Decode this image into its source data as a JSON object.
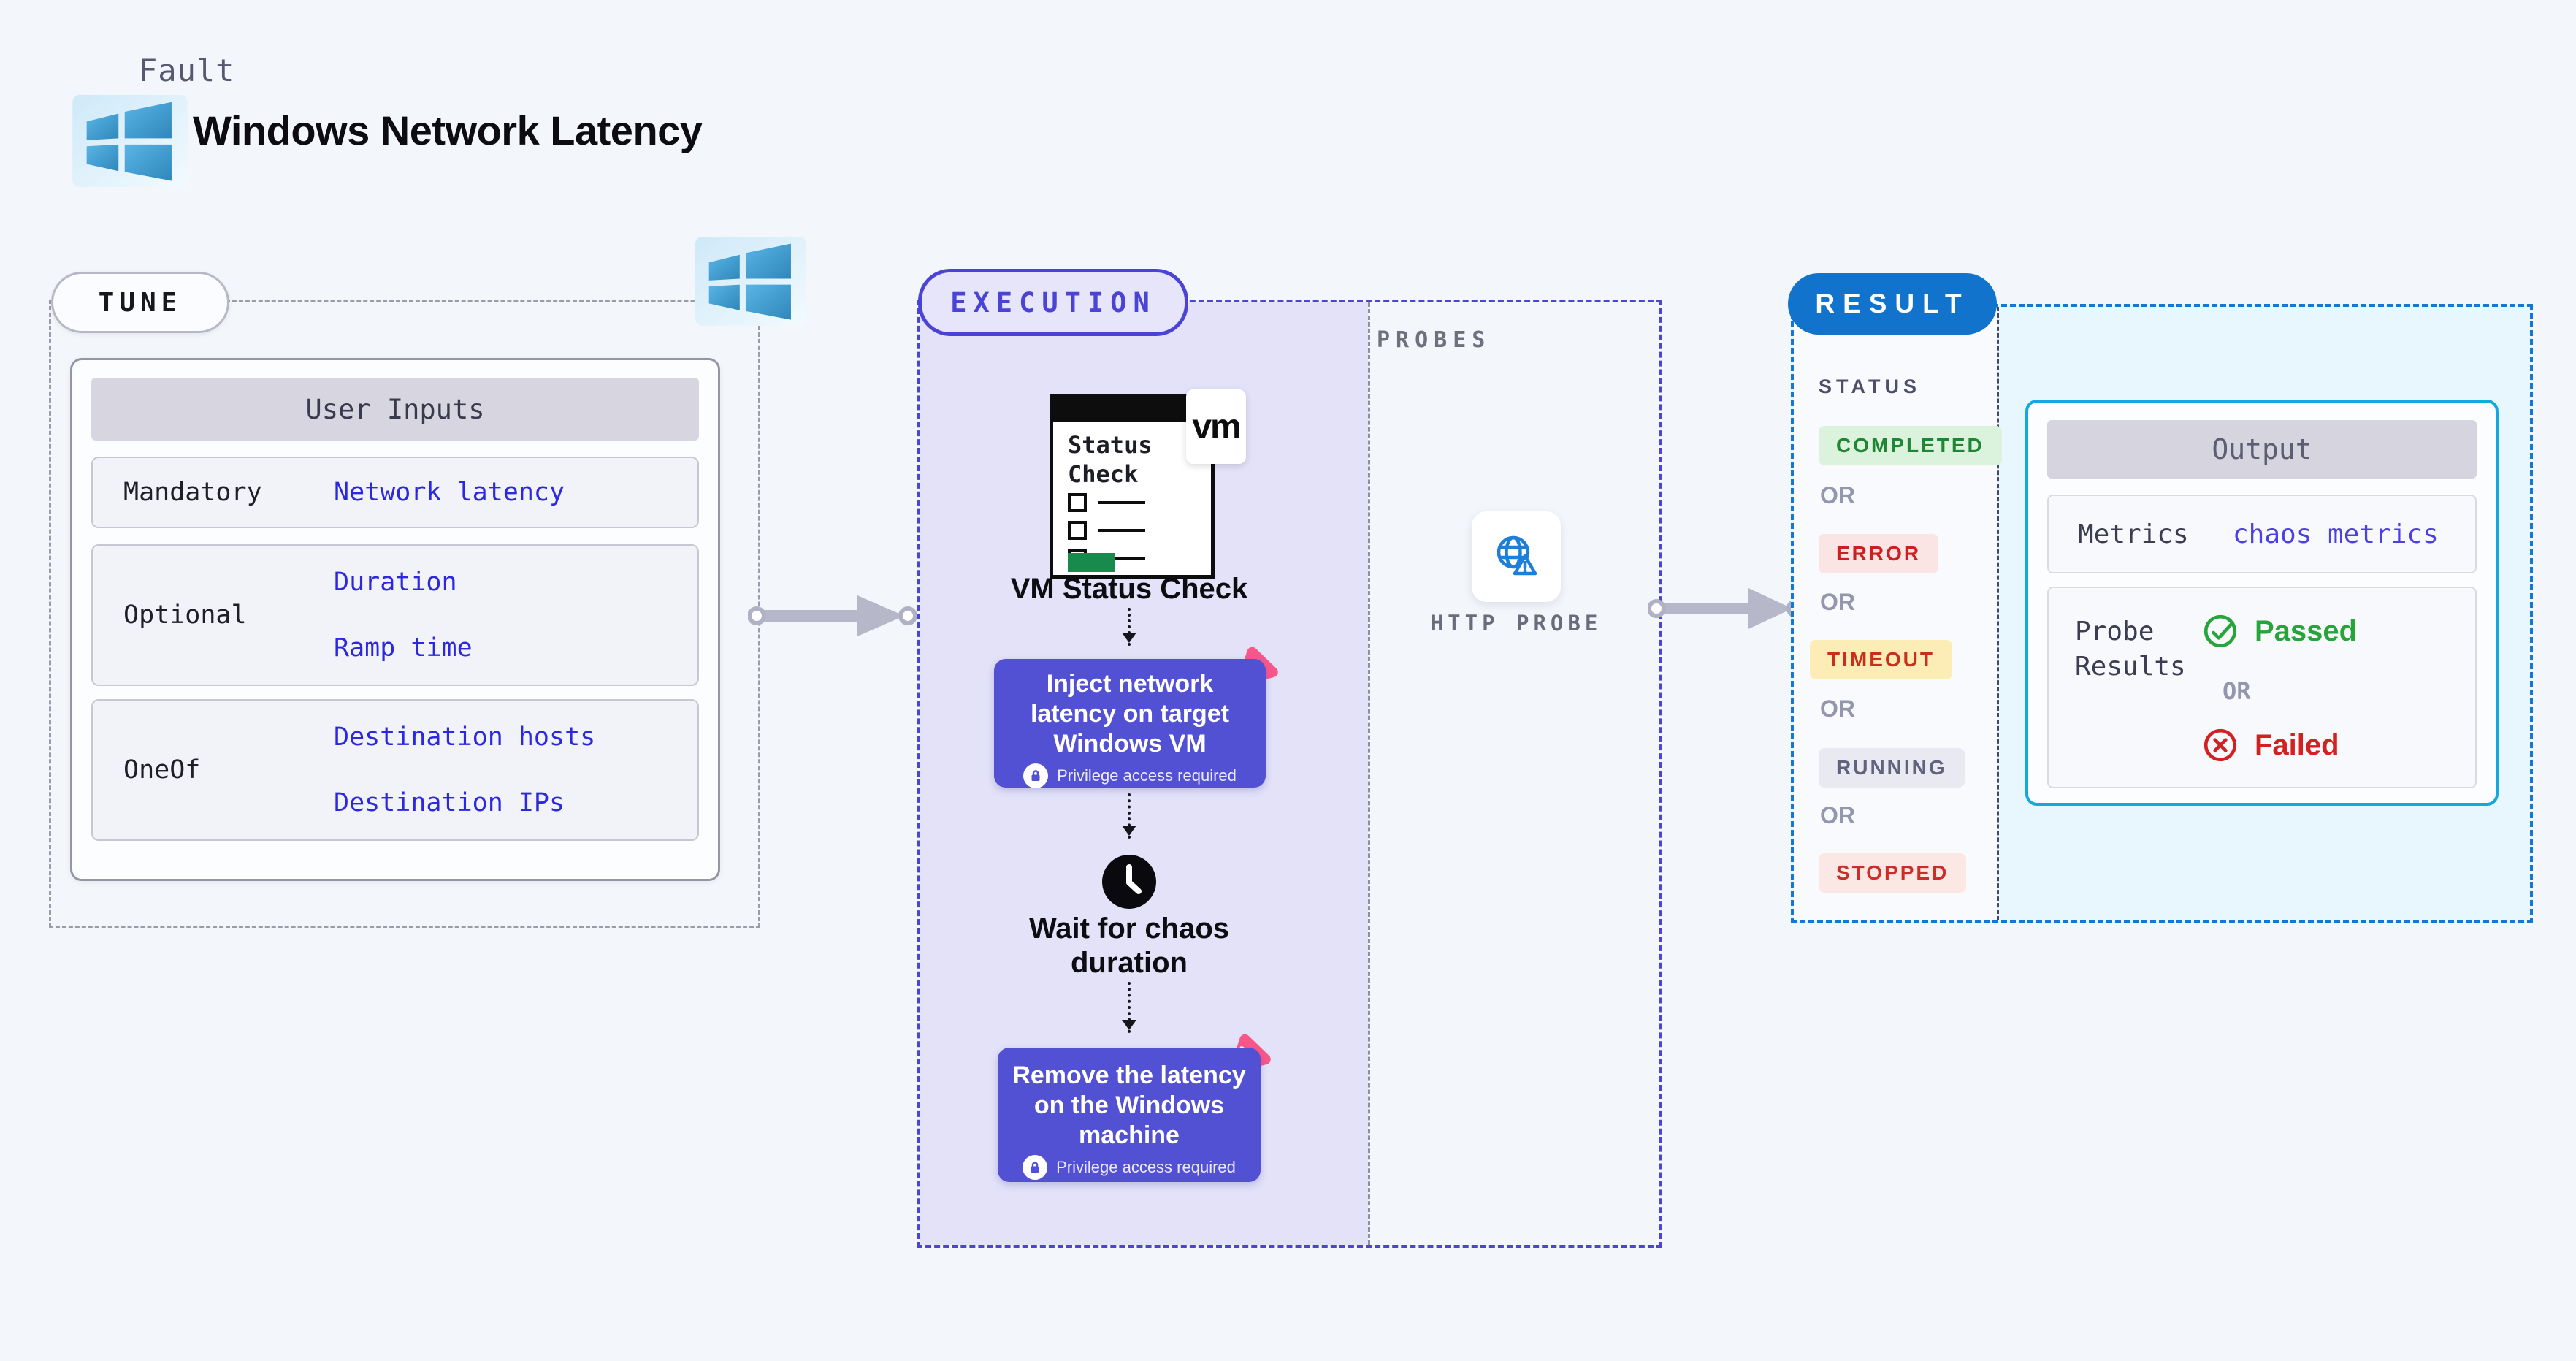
{
  "header": {
    "eyebrow": "Fault",
    "title": "Windows Network Latency"
  },
  "tune": {
    "pill": "TUNE",
    "table": {
      "header": "User Inputs",
      "rows": [
        {
          "label": "Mandatory",
          "values": [
            "Network latency"
          ]
        },
        {
          "label": "Optional",
          "values": [
            "Duration",
            "Ramp time"
          ]
        },
        {
          "label": "OneOf",
          "values": [
            "Destination hosts",
            "Destination IPs"
          ]
        }
      ]
    }
  },
  "execution": {
    "pill": "EXECUTION",
    "vm_card": {
      "tab": "vm",
      "card_title": "Status Check",
      "caption": "VM Status Check"
    },
    "inject_step": {
      "lines": [
        "Inject network",
        "latency on target",
        "Windows VM"
      ],
      "privilege_note": "Privilege access required"
    },
    "wait_step": {
      "caption_lines": [
        "Wait for chaos",
        "duration"
      ]
    },
    "remove_step": {
      "lines": [
        "Remove the latency",
        "on the Windows",
        "machine"
      ],
      "privilege_note": "Privilege access required"
    }
  },
  "probes": {
    "heading": "PROBES",
    "http_probe_caption": "HTTP PROBE"
  },
  "result": {
    "pill": "RESULT",
    "status_heading": "STATUS",
    "or_label": "OR",
    "statuses": [
      {
        "text": "COMPLETED",
        "bg": "#dbf2dc",
        "color": "#1e8634"
      },
      {
        "text": "ERROR",
        "bg": "#fbe4e4",
        "color": "#cc2020"
      },
      {
        "text": "TIMEOUT",
        "bg": "#fcecb5",
        "color": "#c8301c"
      },
      {
        "text": "RUNNING",
        "bg": "#e9e9f1",
        "color": "#62627e"
      },
      {
        "text": "STOPPED",
        "bg": "#fbe7e4",
        "color": "#cd2d28"
      }
    ],
    "output": {
      "header": "Output",
      "metrics_label": "Metrics",
      "metrics_value": "chaos metrics",
      "probe_results_label": "Probe Results",
      "passed_label": "Passed",
      "failed_label": "Failed"
    }
  },
  "colors": {
    "canvas_bg": "#f3f6fa",
    "execution_accent": "#4a43d6",
    "execution_fill": "#e3e2f9",
    "result_accent": "#1478d2",
    "result_fill": "#e8f6fd",
    "result_pill_blue": "#1273cd",
    "step_purple": "#5250d3",
    "chaos_pink": "#f9578a",
    "value_link_blue": "#2c28e1",
    "passed_green": "#27a53a",
    "failed_red": "#d42020",
    "probe_blue": "#1d7fd8",
    "arrow_gray": "#b7b7ca",
    "vm_green": "#178a4c"
  }
}
